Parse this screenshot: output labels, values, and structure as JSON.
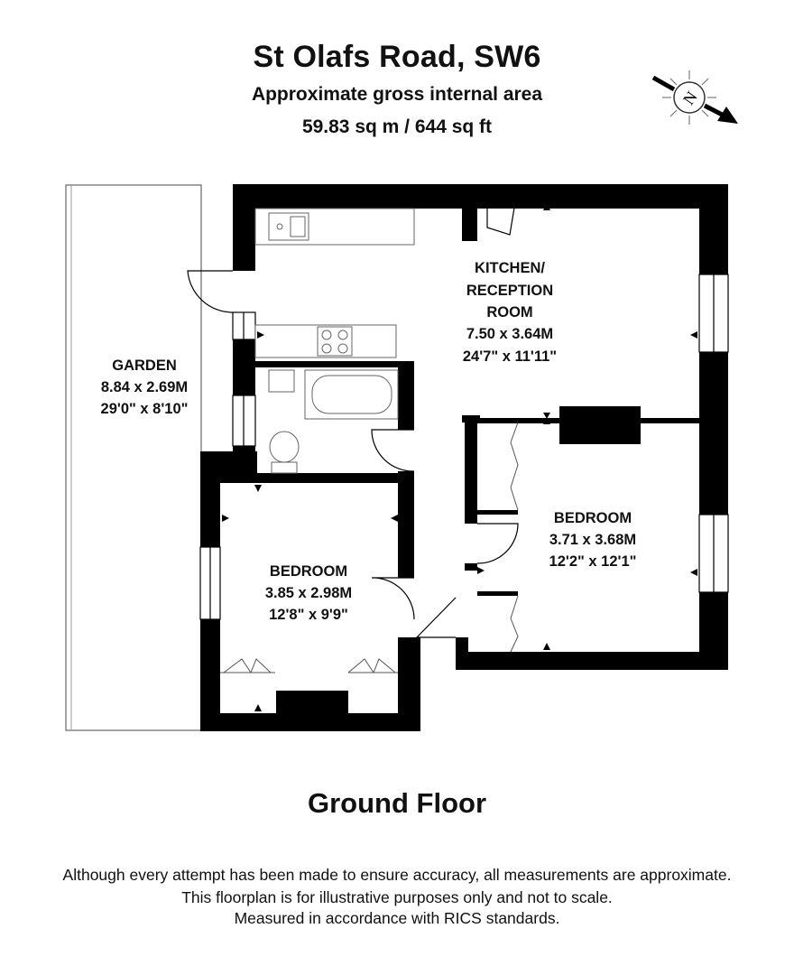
{
  "header": {
    "title": "St Olafs Road, SW6",
    "subtitle": "Approximate gross internal area",
    "area": "59.83 sq m / 644 sq ft"
  },
  "compass": {
    "icon": "north-arrow-icon",
    "letter": "N"
  },
  "rooms": {
    "kitchen": {
      "name_line1": "KITCHEN/",
      "name_line2": "RECEPTION",
      "name_line3": "ROOM",
      "metric": "7.50 x 3.64M",
      "imperial": "24'7\" x 11'11\""
    },
    "garden": {
      "name": "GARDEN",
      "metric": "8.84 x 2.69M",
      "imperial": "29'0\" x 8'10\""
    },
    "bedroom_left": {
      "name": "BEDROOM",
      "metric": "3.85 x 2.98M",
      "imperial": "12'8\" x 9'9\""
    },
    "bedroom_right": {
      "name": "BEDROOM",
      "metric": "3.71 x 3.68M",
      "imperial": "12'2\" x 12'1\""
    }
  },
  "floor_label": "Ground Floor",
  "disclaimer": {
    "line1": "Although every attempt has been made to ensure accuracy, all measurements are approximate.",
    "line2": "This floorplan is for illustrative purposes only and not to scale.",
    "line3": "Measured in accordance with RICS standards."
  },
  "colors": {
    "wall": "#000000",
    "background": "#ffffff",
    "fixture_stroke": "#555555"
  }
}
